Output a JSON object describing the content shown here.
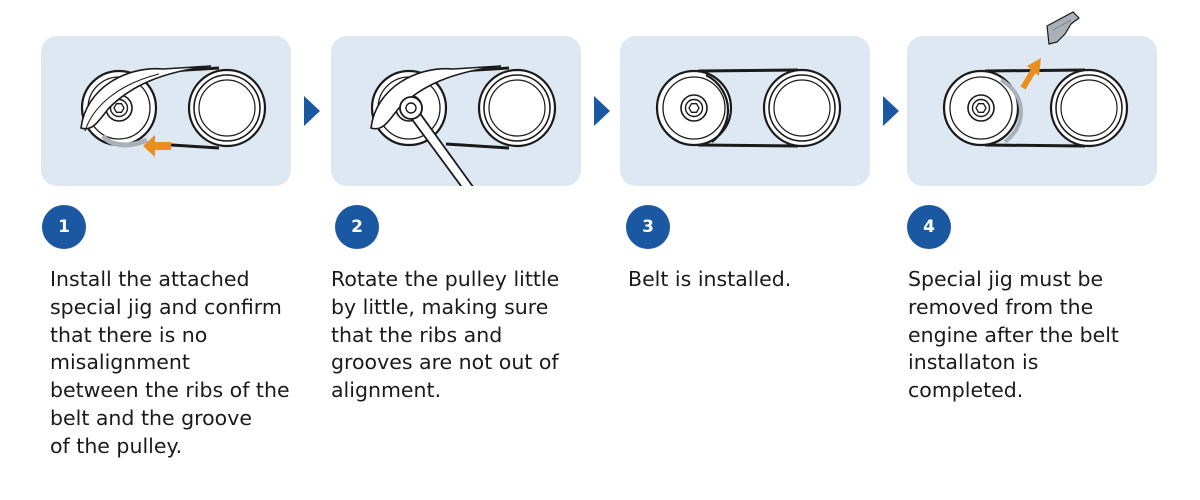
{
  "colors": {
    "panel_bg": "#dde8f2",
    "badge_bg": "#1b58a2",
    "step_arrow": "#1b58a2",
    "accent_arrow": "#e8901e",
    "jig": "#aab0b7",
    "line": "#1a1a1a"
  },
  "steps": [
    {
      "number": "1",
      "caption_lines": [
        "Install the attached",
        "special jig and confirm",
        "that there is no",
        "misalignment",
        "between the ribs of the",
        "belt and the groove",
        "of the pulley."
      ],
      "illustration": "jig-install-icon"
    },
    {
      "number": "2",
      "caption_lines": [
        "Rotate the pulley little",
        "by little, making sure",
        "that the ribs and",
        "grooves are not out of",
        "alignment."
      ],
      "illustration": "pulley-rotate-icon"
    },
    {
      "number": "3",
      "caption_lines": [
        "Belt is installed."
      ],
      "illustration": "belt-installed-icon"
    },
    {
      "number": "4",
      "caption_lines": [
        "Special jig must be",
        "removed from the",
        "engine after the belt",
        "installaton is",
        "completed."
      ],
      "illustration": "jig-removal-icon"
    }
  ]
}
